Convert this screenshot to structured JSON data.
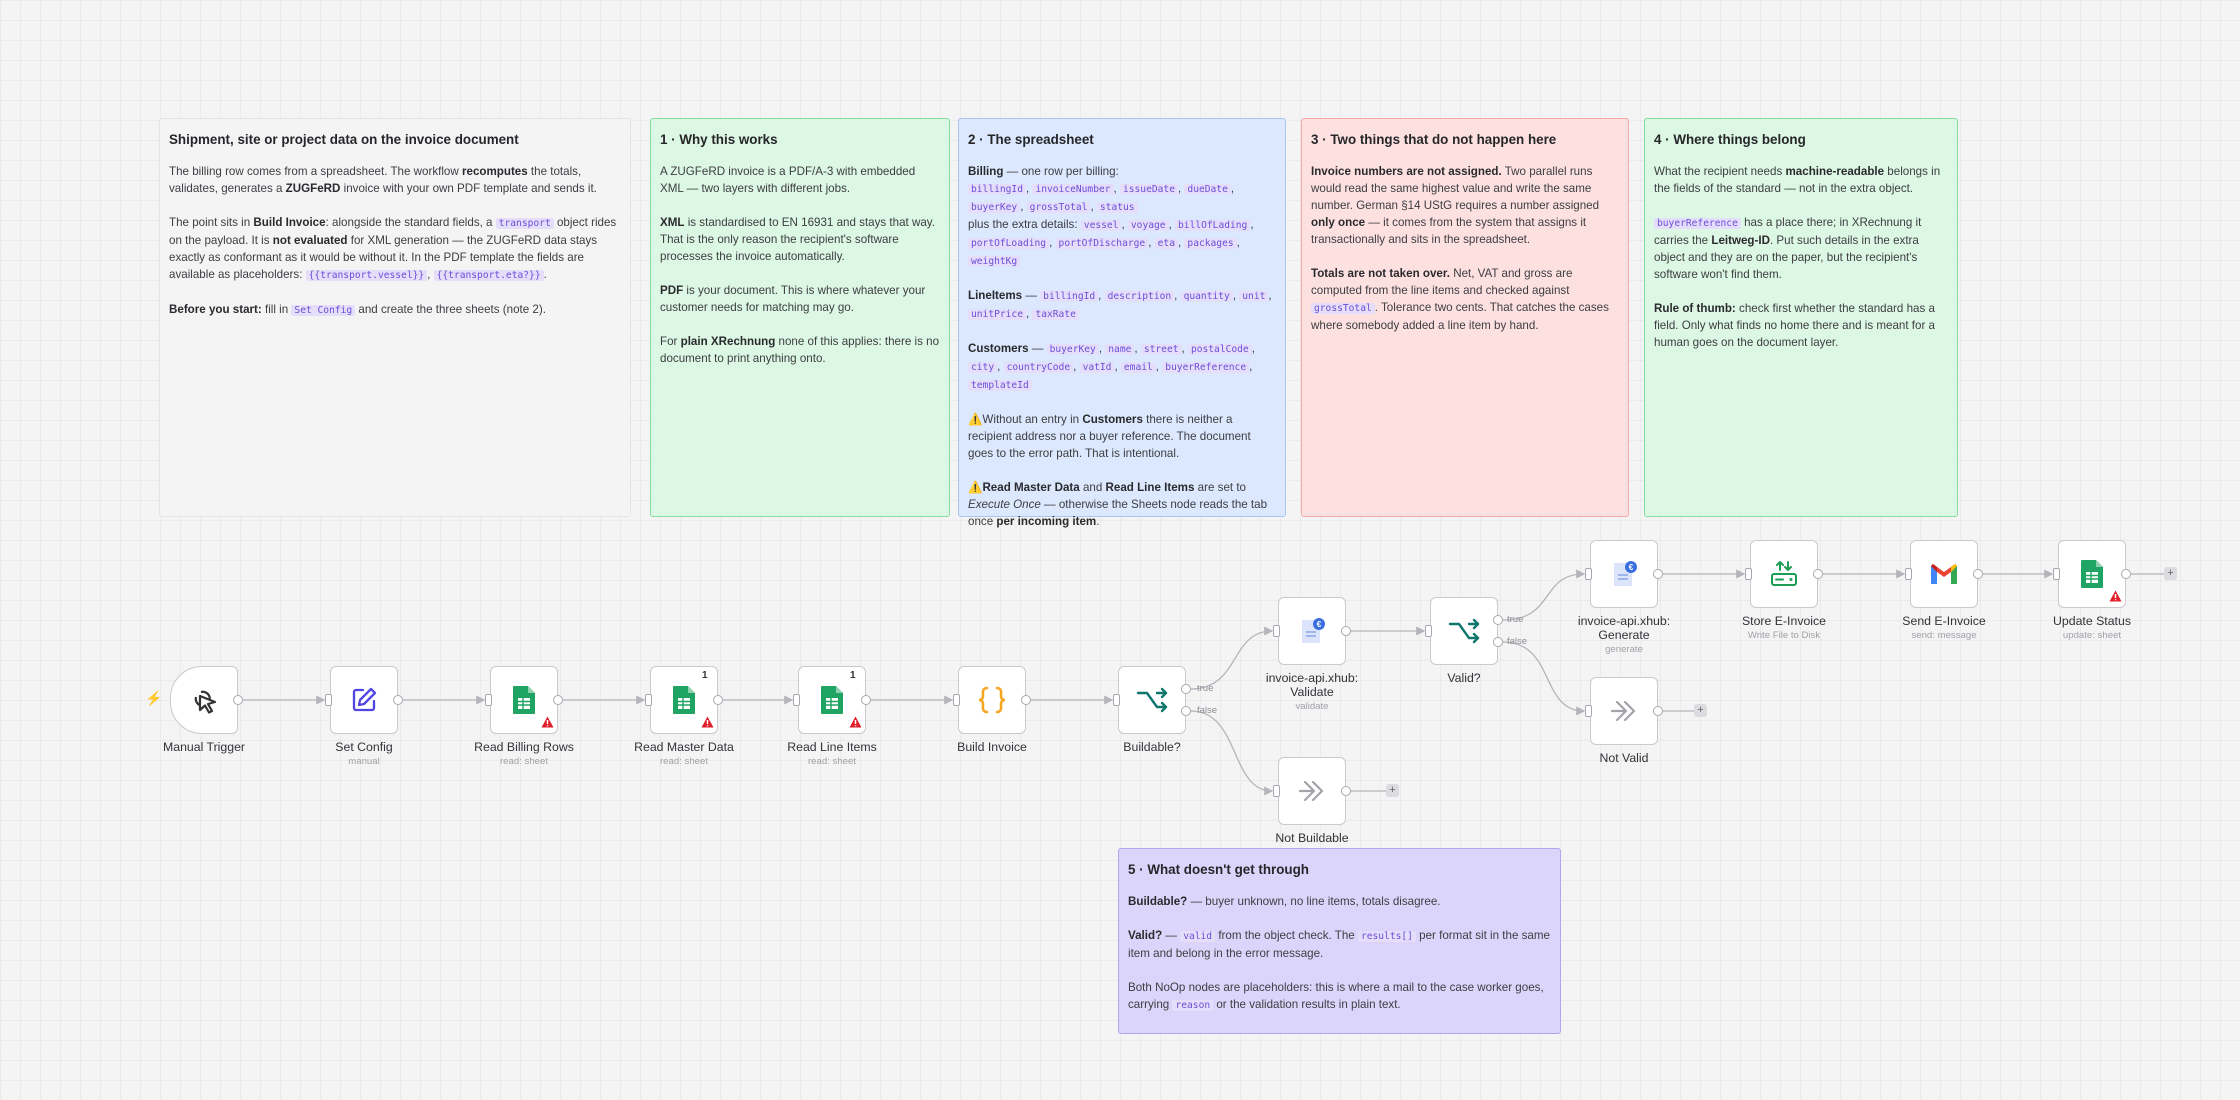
{
  "notes": {
    "intro": {
      "title": "Shipment, site or project data on the invoice document",
      "p1a": "The billing row comes from a spreadsheet. The workflow ",
      "p1b": "recomputes",
      "p1c": " the totals, validates, generates a ",
      "p1d": "ZUGFeRD",
      "p1e": " invoice with your own PDF template and sends it.",
      "p2a": "The point sits in ",
      "p2b": "Build Invoice",
      "p2c": ": alongside the standard fields, a ",
      "p2code": "transport",
      "p2d": " object rides on the payload. It is ",
      "p2e": "not evaluated",
      "p2f": " for XML generation — the ZUGFeRD data stays exactly as conformant as it would be without it. In the PDF template the fields are available as placeholders: ",
      "p2code2": "{{transport.vessel}}",
      "p2g": ", ",
      "p2code3": "{{transport.eta?}}",
      "p2h": ".",
      "p3a": "Before you start:",
      "p3b": " fill in ",
      "p3code": "Set Config",
      "p3c": " and create the three sheets (note 2)."
    },
    "why": {
      "title": "1 · Why this works",
      "p1": "A ZUGFeRD invoice is a PDF/A-3 with embedded XML — two layers with different jobs.",
      "p2a": "XML",
      "p2b": " is standardised to EN 16931 and stays that way. That is the only reason the recipient's software processes the invoice automatically.",
      "p3a": "PDF",
      "p3b": " is your document. This is where whatever your customer needs for matching may go.",
      "p4a": "For ",
      "p4b": "plain XRechnung",
      "p4c": " none of this applies: there is no document to print anything onto."
    },
    "sheet": {
      "title": "2 · The spreadsheet",
      "billing_label": "Billing",
      "billing_text": " — one row per billing:",
      "billing_fields": [
        "billingId",
        "invoiceNumber",
        "issueDate",
        "dueDate",
        "buyerKey",
        "grossTotal",
        "status"
      ],
      "extra_text": "plus the extra details:",
      "extra_fields": [
        "vessel",
        "voyage",
        "billOfLading",
        "portOfLoading",
        "portOfDischarge",
        "eta",
        "packages",
        "weightKg"
      ],
      "lineitems_label": "LineItems",
      "lineitems_fields": [
        "billingId",
        "description",
        "quantity",
        "unit",
        "unitPrice",
        "taxRate"
      ],
      "customers_label": "Customers",
      "customers_fields": [
        "buyerKey",
        "name",
        "street",
        "postalCode",
        "city",
        "countryCode",
        "vatId",
        "email",
        "buyerReference",
        "templateId"
      ],
      "warn1a": "⚠️Without an entry in ",
      "warn1b": "Customers",
      "warn1c": " there is neither a recipient address nor a buyer reference. The document goes to the error path. That is intentional.",
      "warn2a": "⚠️",
      "warn2b": "Read Master Data",
      "warn2c": " and ",
      "warn2d": "Read Line Items",
      "warn2e": " are set to ",
      "warn2f": "Execute Once",
      "warn2g": " — otherwise the Sheets node reads the tab once ",
      "warn2h": "per incoming item",
      "warn2i": "."
    },
    "two": {
      "title": "3 · Two things that do not happen here",
      "p1a": "Invoice numbers are not assigned.",
      "p1b": " Two parallel runs would read the same highest value and write the same number. German §14 UStG requires a number assigned ",
      "p1c": "only once",
      "p1d": " — it comes from the system that assigns it transactionally and sits in the spreadsheet.",
      "p2a": "Totals are not taken over.",
      "p2b": " Net, VAT and gross are computed from the line items and checked against ",
      "p2code": "grossTotal",
      "p2c": ". Tolerance two cents. That catches the cases where somebody added a line item by hand."
    },
    "where": {
      "title": "4 · Where things belong",
      "p1a": "What the recipient needs ",
      "p1b": "machine-readable",
      "p1c": " belongs in the fields of the standard — not in the extra object.",
      "p2code": "buyerReference",
      "p2a": " has a place there; in XRechnung it carries the ",
      "p2b": "Leitweg-ID",
      "p2c": ". Put such details in the extra object and they are on the paper, but the recipient's software won't find them.",
      "p3a": "Rule of thumb:",
      "p3b": " check first whether the standard has a field. Only what finds no home there and is meant for a human goes on the document layer."
    },
    "fail": {
      "title": "5 · What doesn't get through",
      "p1a": "Buildable?",
      "p1b": " — buyer unknown, no line items, totals disagree.",
      "p2a": "Valid?",
      "p2b": " — ",
      "p2code": "valid",
      "p2c": " from the object check. The ",
      "p2code2": "results[]",
      "p2d": " per format sit in the same item and belong in the error message.",
      "p3a": "Both NoOp nodes are placeholders: this is where a mail to the case worker goes, carrying ",
      "p3code": "reason",
      "p3b": " or the validation results in plain text."
    }
  },
  "nodes": {
    "manual_trigger": {
      "label": "Manual Trigger",
      "sub": ""
    },
    "set_config": {
      "label": "Set Config",
      "sub": "manual"
    },
    "read_billing": {
      "label": "Read Billing Rows",
      "sub": "read: sheet"
    },
    "read_master": {
      "label": "Read Master Data",
      "sub": "read: sheet",
      "badge": "1"
    },
    "read_lines": {
      "label": "Read Line Items",
      "sub": "read: sheet",
      "badge": "1"
    },
    "build_invoice": {
      "label": "Build Invoice",
      "sub": ""
    },
    "buildable": {
      "label": "Buildable?",
      "sub": ""
    },
    "validate": {
      "label": "invoice-api.xhub: Validate",
      "sub": "validate"
    },
    "valid": {
      "label": "Valid?",
      "sub": ""
    },
    "generate": {
      "label": "invoice-api.xhub: Generate",
      "sub": "generate"
    },
    "store": {
      "label": "Store E-Invoice",
      "sub": "Write File to Disk"
    },
    "send": {
      "label": "Send E-Invoice",
      "sub": "send: message"
    },
    "update": {
      "label": "Update Status",
      "sub": "update: sheet"
    },
    "not_valid": {
      "label": "Not Valid",
      "sub": ""
    },
    "not_buildable": {
      "label": "Not Buildable",
      "sub": ""
    }
  },
  "ports": {
    "true": "true",
    "false": "false",
    "plus": "+"
  },
  "colors": {
    "sheets_green": "#1fa463",
    "if_teal": "#0f766e",
    "code_orange": "#f5a623",
    "set_blue": "#4f46e5",
    "warn_red": "#e11d2a"
  }
}
